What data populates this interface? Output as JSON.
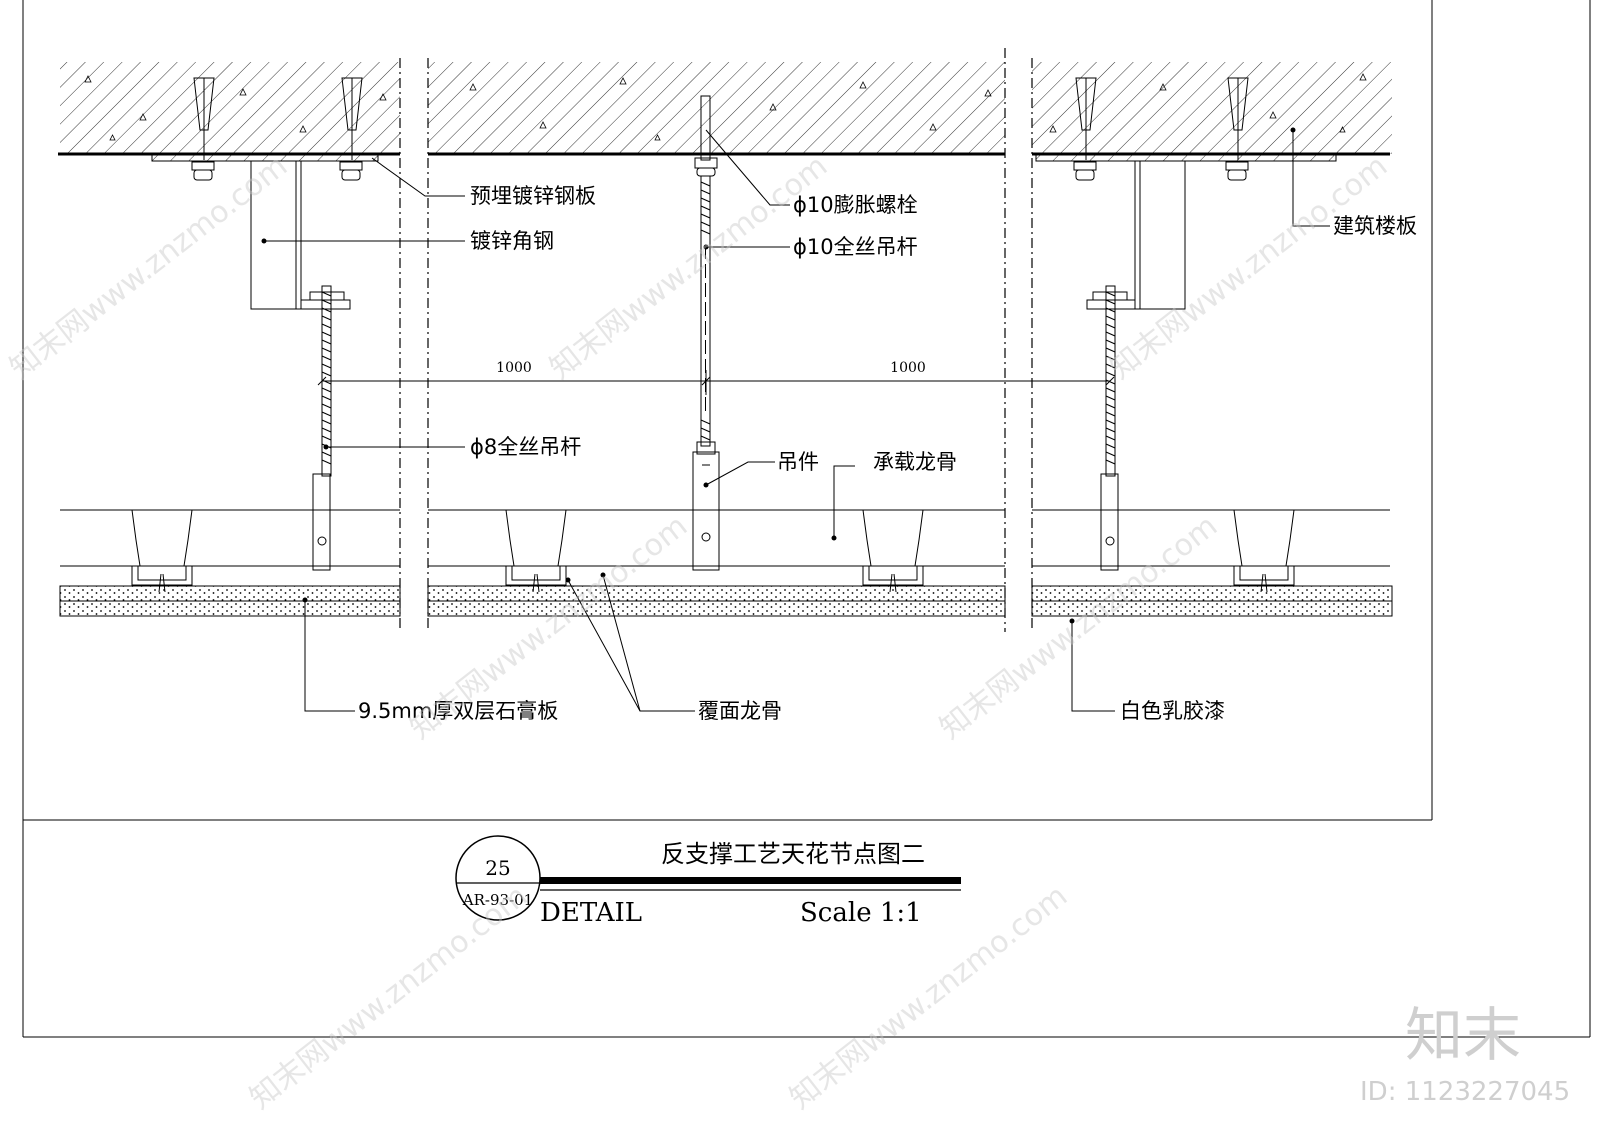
{
  "labels": {
    "embedded_plate": "预埋镀锌钢板",
    "galvanized_angle": "镀锌角钢",
    "expansion_bolt": "ϕ10膨胀螺栓",
    "rod_10": "ϕ10全丝吊杆",
    "floor_slab": "建筑楼板",
    "rod_8": "ϕ8全丝吊杆",
    "hanger": "吊件",
    "main_keel": "承载龙骨",
    "gypsum_board": "9.5mm厚双层石膏板",
    "face_keel": "覆面龙骨",
    "latex_paint": "白色乳胶漆"
  },
  "dimensions": {
    "span_left": "1000",
    "span_right": "1000"
  },
  "title_block": {
    "title": "反支撑工艺天花节点图二",
    "detail_number": "25",
    "sheet_ref": "AR-93-01",
    "detail_label": "DETAIL",
    "scale": "Scale 1:1"
  },
  "watermark": {
    "site": "知末网www.znzmo.com",
    "brand": "知末",
    "id": "ID: 1123227045"
  }
}
